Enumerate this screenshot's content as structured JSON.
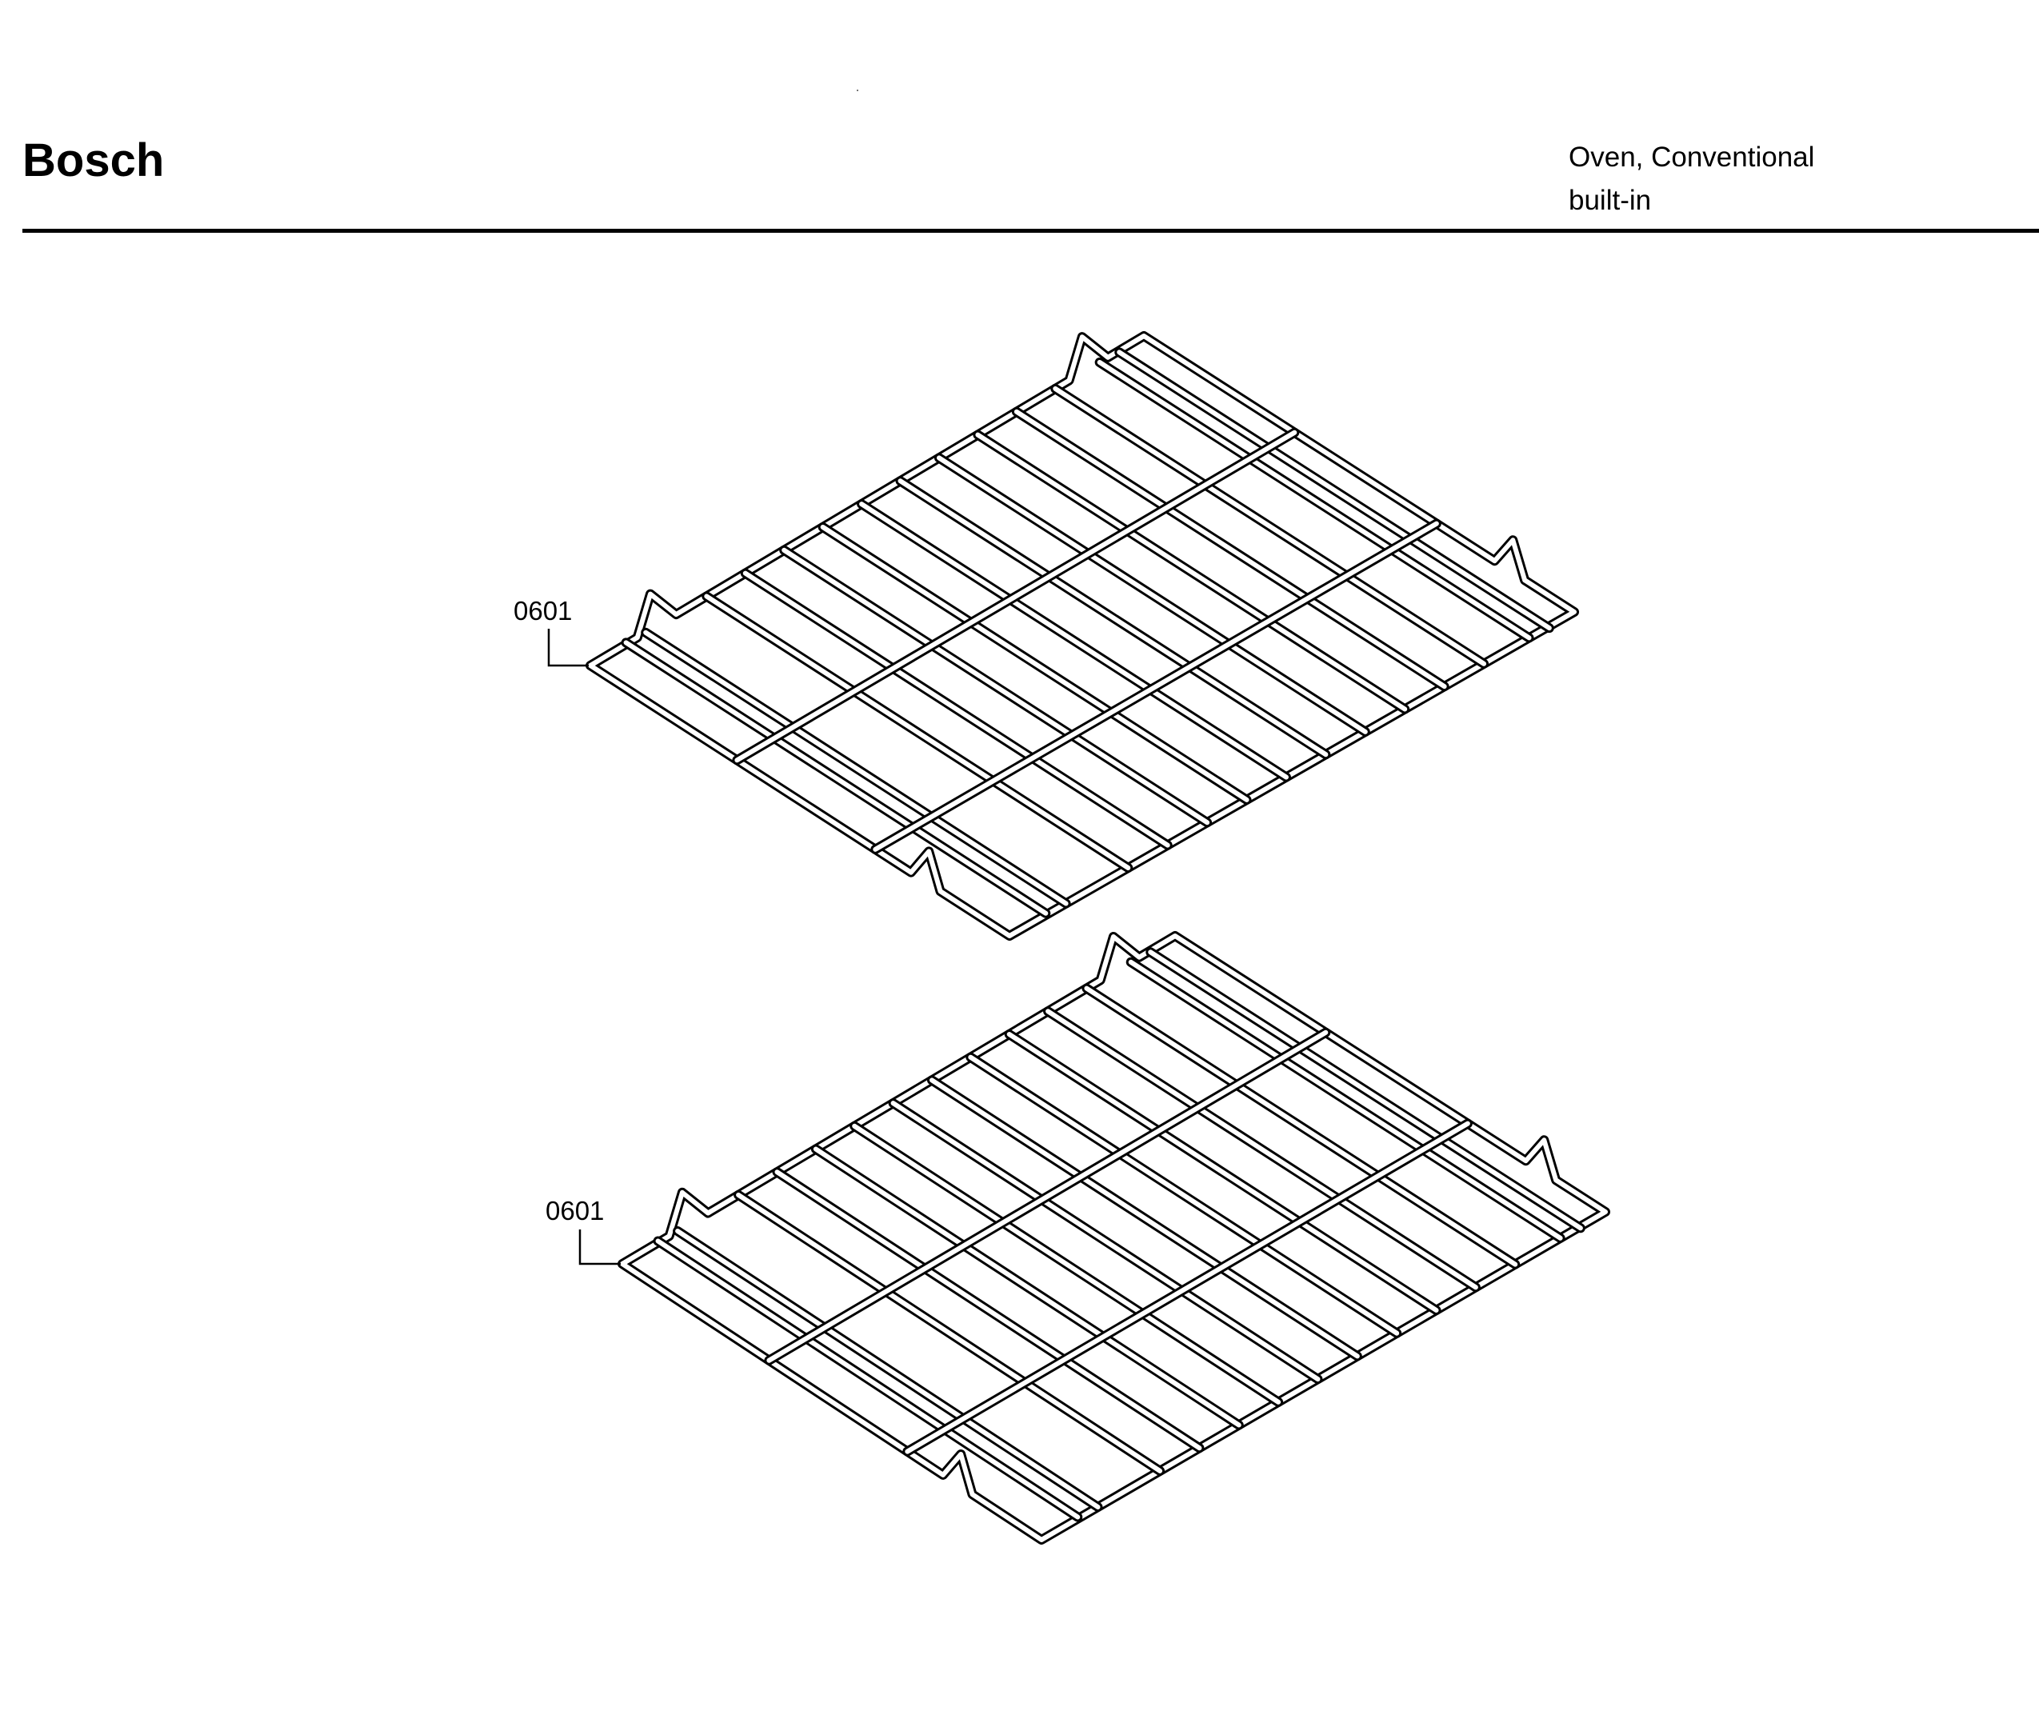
{
  "header": {
    "brand": "Bosch",
    "description_line1": "Oven, Conventional",
    "description_line2": "built-in"
  },
  "parts": [
    {
      "callout": "0601"
    },
    {
      "callout": "0601"
    }
  ]
}
